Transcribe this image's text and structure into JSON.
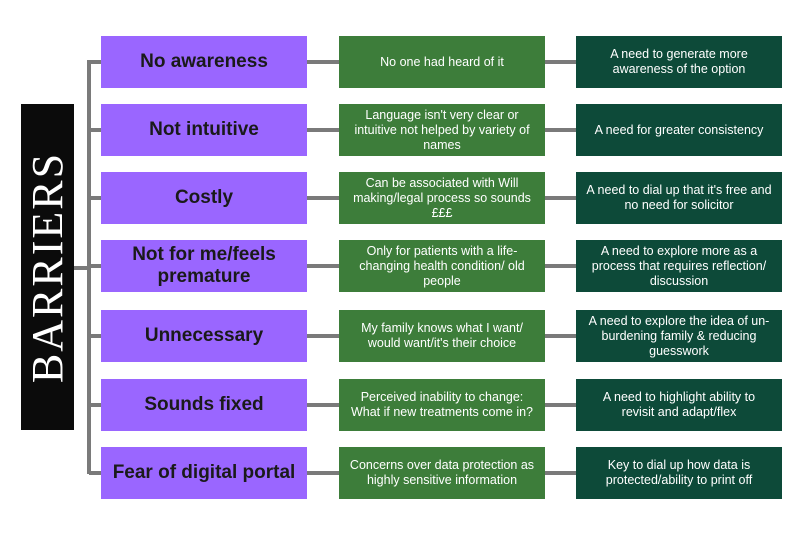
{
  "title": "BARRIERS",
  "rows": [
    {
      "barrier": "No awareness",
      "finding": "No one had heard of it",
      "need": "A need to generate more awareness of the option"
    },
    {
      "barrier": "Not intuitive",
      "finding": "Language isn't very clear or intuitive not helped by variety of names",
      "need": "A need for greater consistency"
    },
    {
      "barrier": "Costly",
      "finding": "Can be associated with Will making/legal process so sounds £££",
      "need": "A need to dial up that it's free and no need for solicitor"
    },
    {
      "barrier": "Not for me/feels premature",
      "finding": "Only for patients with a life-changing health condition/ old people",
      "need": "A need to explore more as a process that requires reflection/ discussion"
    },
    {
      "barrier": "Unnecessary",
      "finding": "My family knows what I want/ would want/it's their choice",
      "need": "A need to explore the idea of un-burdening family & reducing guesswork"
    },
    {
      "barrier": "Sounds fixed",
      "finding": "Perceived inability to change: What if new treatments come in?",
      "need": "A need to highlight ability to revisit and adapt/flex"
    },
    {
      "barrier": "Fear of digital portal",
      "finding": "Concerns over data protection as highly sensitive information",
      "need": "Key to dial up how data is protected/ability to print off"
    }
  ],
  "colors": {
    "title_bg": "#0b0b0b",
    "barrier_bg": "#9a66ff",
    "finding_bg": "#3d7d3a",
    "need_bg": "#0d4a39",
    "connector": "#7a7a7a"
  }
}
